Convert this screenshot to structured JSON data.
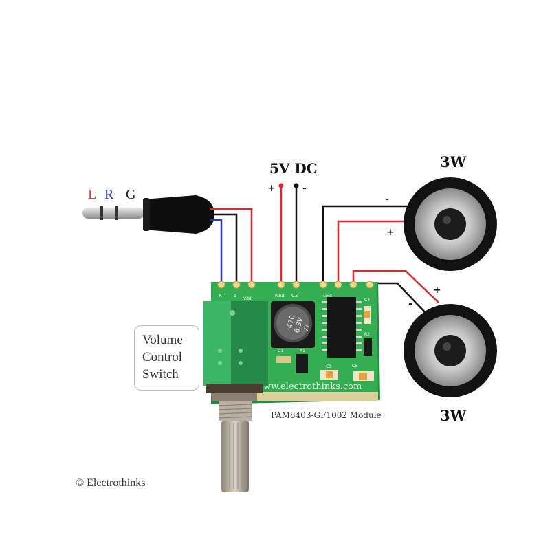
{
  "supply": {
    "label": "5V DC",
    "plus": "+",
    "minus": "-"
  },
  "jack": {
    "l": "L",
    "r": "R",
    "g": "G"
  },
  "speaker_top": {
    "label": "3W",
    "minus": "-",
    "plus": "+"
  },
  "speaker_bottom": {
    "label": "3W",
    "plus": "+",
    "minus": "-"
  },
  "volume_label": [
    "Volume",
    "Control",
    "Switch"
  ],
  "module_label": "PAM8403-GF1002 Module",
  "board": {
    "url": "www.electrothinks.com",
    "cap_value": "470",
    "cap_voltage": "6.3V",
    "cap_v": "V7",
    "pin_r": "R",
    "pin_5": "5",
    "pin_vdd": "Vdd",
    "pin_rout": "Rout",
    "pin_c2": "C2",
    "pin_lout": "-Lout",
    "pin_r2": "R2",
    "pin_r1": "R1",
    "pin_c1": "C1",
    "pin_c3": "C3",
    "pin_c4": "C4",
    "pin_c5": "C5"
  },
  "copyright": "© Electrothinks",
  "colors": {
    "wire_red": "#e0282c",
    "wire_black": "#111111",
    "wire_blue": "#2332c9",
    "pcb_green": "#2fa84f",
    "pot_green": "#2d9e57"
  }
}
